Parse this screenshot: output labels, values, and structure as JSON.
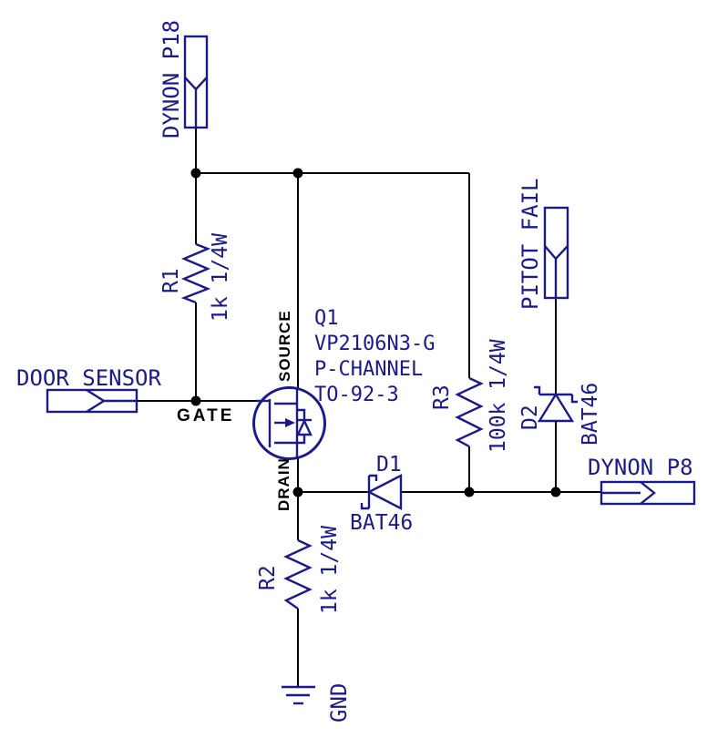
{
  "colors": {
    "symbol_blue": "#1a1a8c",
    "wire_black": "#000000",
    "background": "#ffffff"
  },
  "connectors": {
    "dynon_p18": {
      "label": "DYNON P18"
    },
    "door_sensor": {
      "label": "DOOR SENSOR"
    },
    "pitot_fail": {
      "label": "PITOT FAIL"
    },
    "dynon_p8": {
      "label": "DYNON P8"
    }
  },
  "components": {
    "q1": {
      "ref": "Q1",
      "part": "VP2106N3-G",
      "channel": "P-CHANNEL",
      "package": "TO-92-3",
      "pin_source": "SOURCE",
      "pin_gate": "GATE",
      "pin_drain": "DRAIN"
    },
    "r1": {
      "ref": "R1",
      "value": "1k 1/4W"
    },
    "r2": {
      "ref": "R2",
      "value": "1k 1/4W"
    },
    "r3": {
      "ref": "R3",
      "value": "100k 1/4W"
    },
    "d1": {
      "ref": "D1",
      "value": "BAT46"
    },
    "d2": {
      "ref": "D2",
      "value": "BAT46"
    },
    "gnd": {
      "label": "GND"
    }
  }
}
